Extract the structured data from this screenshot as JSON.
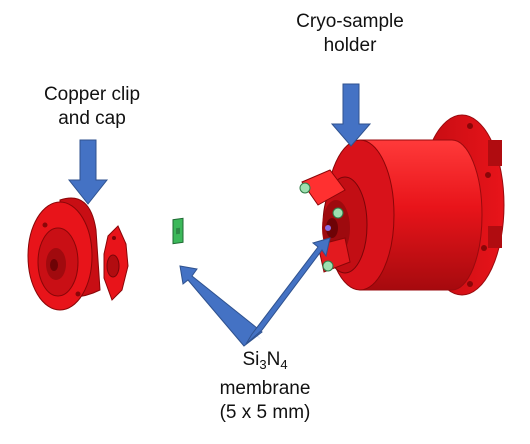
{
  "labels": {
    "holder": {
      "line1": "Cryo-sample",
      "line2": "holder"
    },
    "clip": {
      "line1": "Copper clip",
      "line2": "and cap"
    },
    "membrane": {
      "formula": {
        "el1": "Si",
        "sub1": "3",
        "el2": "N",
        "sub2": "4"
      },
      "line2": "membrane",
      "line3": "(5 x 5 mm)"
    }
  },
  "colors": {
    "arrow": "#4472c4",
    "part_red": "#e8141a",
    "part_dark": "#a60a0e",
    "part_light": "#ff4a4a",
    "membrane_green": "#3cb85a",
    "screw_green": "#7fd49a"
  },
  "parts": [
    "copper-cap",
    "copper-clip",
    "si3n4-membrane",
    "cryo-sample-holder"
  ],
  "arrows": [
    "arrow-to-holder",
    "arrow-to-clip",
    "v-arrow-to-membrane"
  ]
}
